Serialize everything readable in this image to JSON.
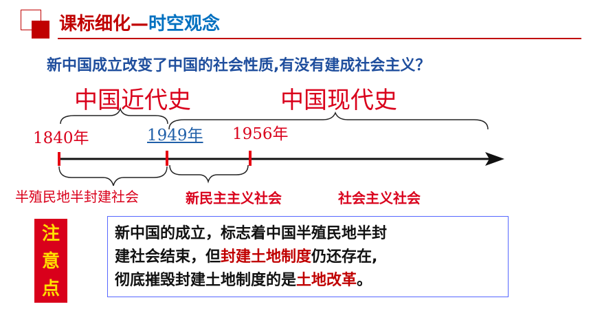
{
  "header": {
    "title_part1": "课标细化—",
    "title_part2": "时空观念"
  },
  "question": "新中国成立改变了中国的社会性质,有没有建成社会主义？",
  "periods": {
    "modern": "中国近代史",
    "contemporary": "中国现代史"
  },
  "years": {
    "y1840": "1840年",
    "y1949": "1949年",
    "y1956": "1956年"
  },
  "societies": {
    "semi_colonial": "半殖民地半封建社会",
    "new_democratic": "新民主主义社会",
    "socialist": "社会主义社会"
  },
  "note": {
    "label_chars": [
      "注",
      "意",
      "点"
    ],
    "line1": "新中国的成立，标志着中国半殖民地半封",
    "line2_a": "建社会结束，但",
    "line2_emph": "封建土地制度",
    "line2_b": "仍还存在,",
    "line3_a": "彻底摧毁封建土地制度的是",
    "line3_emph": "土地改革",
    "line3_b": "。"
  },
  "colors": {
    "red": "#c00000",
    "bright_red": "#d9001b",
    "blue": "#0070c0",
    "yellow": "#ffe000"
  }
}
